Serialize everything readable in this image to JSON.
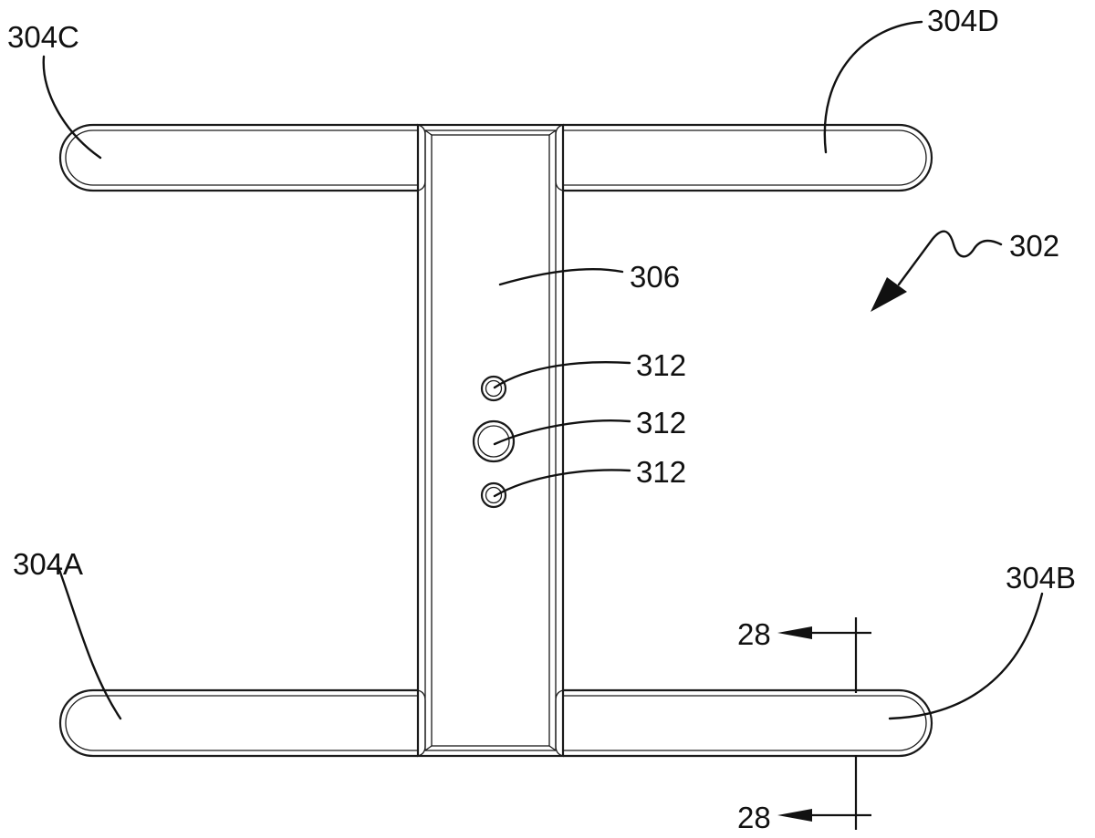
{
  "labels": {
    "arm_top_left": "304C",
    "arm_top_right": "304D",
    "arm_bottom_left": "304A",
    "arm_bottom_right": "304B",
    "assembly": "302",
    "center_plate": "306",
    "hole_1": "312",
    "hole_2": "312",
    "hole_3": "312",
    "section_top": "28",
    "section_bottom": "28"
  }
}
